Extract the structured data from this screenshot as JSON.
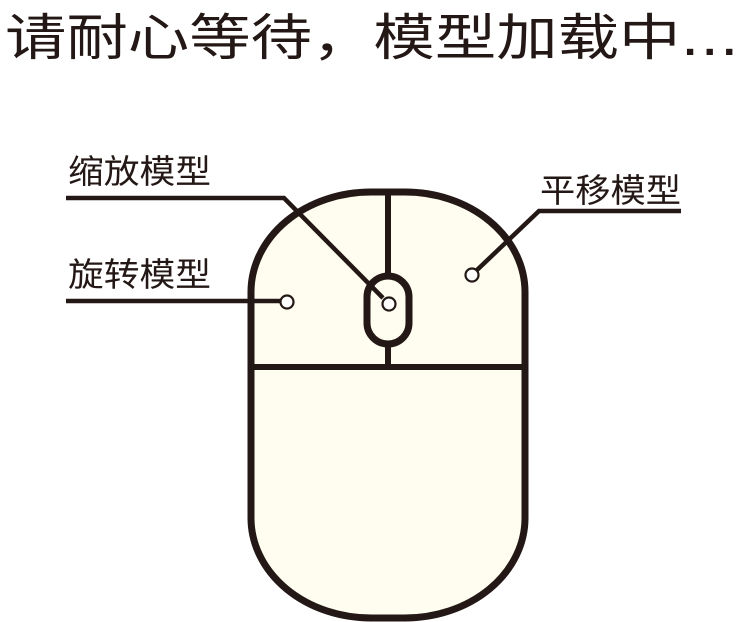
{
  "loading": {
    "message": "请耐心等待，模型加载中..."
  },
  "mouse_guide": {
    "icon": "mouse-icon",
    "labels": {
      "zoom": "缩放模型",
      "rotate": "旋转模型",
      "pan": "平移模型"
    }
  },
  "colors": {
    "stroke": "#231815",
    "mouse_fill": "#fffdf0",
    "background": "#ffffff"
  }
}
